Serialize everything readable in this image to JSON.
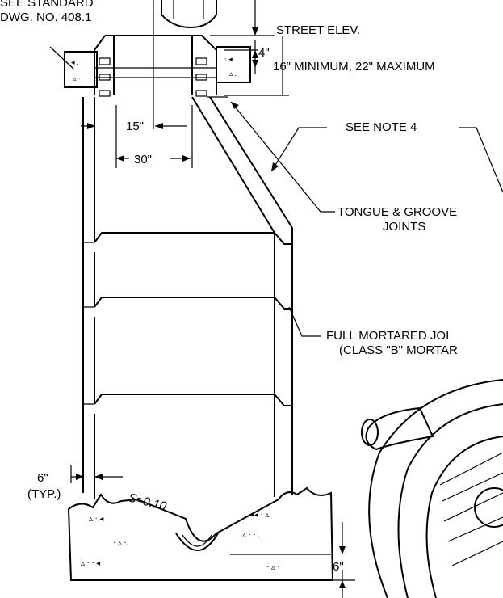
{
  "labels": {
    "see_standard_1": "SEE STANDARD",
    "see_standard_2": "DWG. NO. 408.1",
    "street_elev": "STREET ELEV.",
    "dim_4": "4\"",
    "dim_16_22": "16\" MINIMUM, 22\" MAXIMUM",
    "dim_15": "15\"",
    "dim_30": "30\"",
    "see_note_4": "SEE NOTE 4",
    "tongue_groove_1": "TONGUE & GROOVE",
    "tongue_groove_2": "JOINTS",
    "full_mortared_1": "FULL MORTARED JOI",
    "full_mortared_2": "(CLASS \"B\" MORTAR",
    "dim_6_typ": "6\"",
    "typ": "(TYP.)",
    "slope": "S=0.10",
    "dim_6_bottom": "6\""
  }
}
